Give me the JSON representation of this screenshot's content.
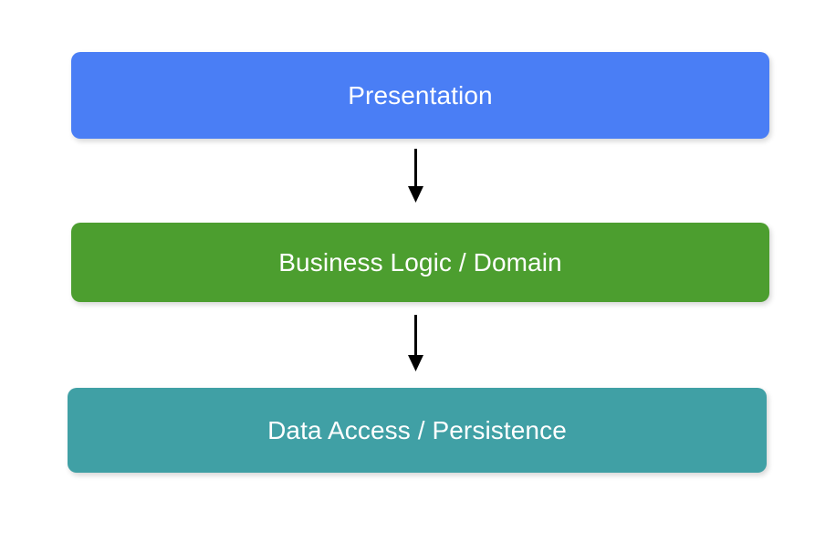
{
  "diagram": {
    "type": "layered-architecture-flow",
    "background_color": "#ffffff",
    "orientation": "vertical-top-down",
    "layers": [
      {
        "id": "presentation",
        "label": "Presentation",
        "color": "#4a7ef5",
        "text_color": "#ffffff",
        "order": 1
      },
      {
        "id": "business-logic",
        "label": "Business Logic / Domain",
        "color": "#4c9e2f",
        "text_color": "#ffffff",
        "order": 2
      },
      {
        "id": "data-access",
        "label": "Data Access / Persistence",
        "color": "#40a0a5",
        "text_color": "#ffffff",
        "order": 3
      }
    ],
    "connectors": [
      {
        "id": "presentation-to-business",
        "from": "presentation",
        "to": "business-logic",
        "style": "solid-arrow",
        "color": "#000000"
      },
      {
        "id": "business-to-data",
        "from": "business-logic",
        "to": "data-access",
        "style": "solid-arrow",
        "color": "#000000"
      }
    ]
  }
}
